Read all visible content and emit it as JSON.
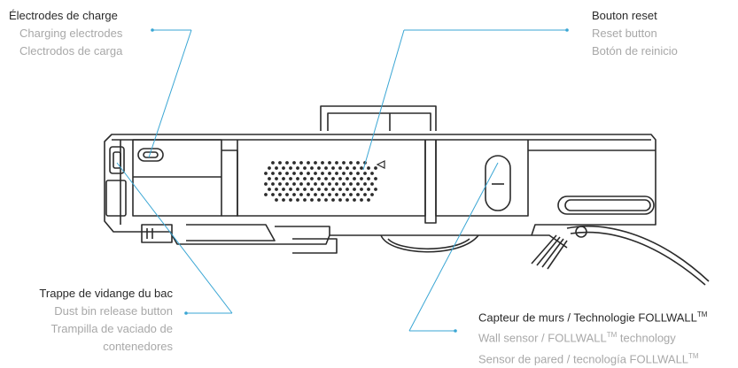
{
  "labels": {
    "electrodes": {
      "fr": "Électrodes de charge",
      "en": "Charging electrodes",
      "es": "Clectrodos de carga"
    },
    "reset": {
      "fr": "Bouton reset",
      "en": "Reset button",
      "es": "Botón de reinicio"
    },
    "dustbin": {
      "fr": "Trappe de vidange du bac",
      "en": "Dust bin release button",
      "es1": "Trampilla de vaciado de",
      "es2": "contenedores"
    },
    "wall": {
      "fr_pre": "Capteur de murs / Technologie FOLLWALL",
      "fr_tm": "TM",
      "en_pre": "Wall sensor / FOLLWALL",
      "en_tm": "TM",
      "en_post": " technology",
      "es_pre": "Sensor de pared / tecnología FOLLWALL",
      "es_tm": "TM"
    }
  },
  "colors": {
    "callout": "#3aa6d4",
    "outline": "#2b2b2b",
    "text_primary": "#2a2a2a",
    "text_secondary": "#a8a8a8"
  }
}
